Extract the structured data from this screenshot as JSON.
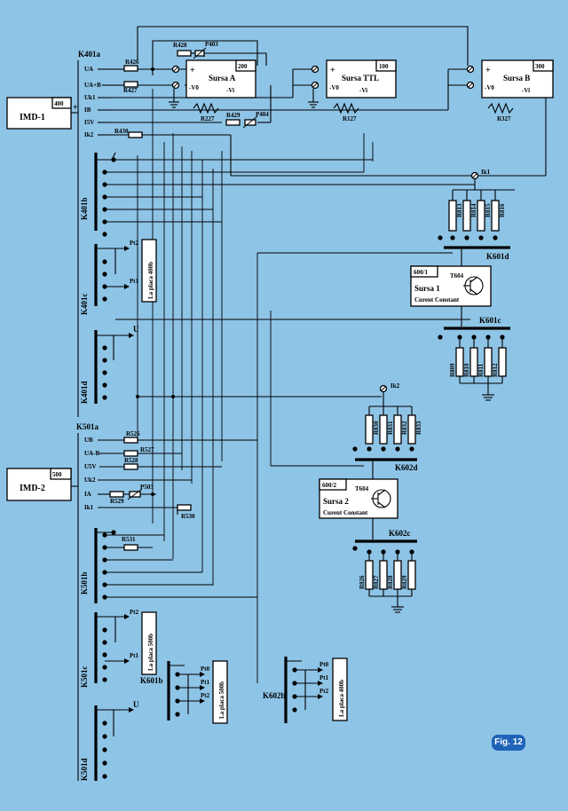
{
  "title_text": "",
  "modules": {
    "imd1": "IMD-1",
    "imd1_num": "400",
    "imd2": "IMD-2",
    "imd2_num": "500",
    "sursa_a": "Sursa A",
    "sursa_a_num": "200",
    "sursa_ttl": "Sursa TTL",
    "sursa_ttl_num": "100",
    "sursa_b": "Sursa B",
    "sursa_b_num": "300",
    "sursa1_num": "600/1",
    "sursa1": "Sursa 1",
    "sursa1_sub": "Curent Constant",
    "t604a": "T604",
    "sursa2_num": "600/2",
    "sursa2": "Sursa 2",
    "sursa2_sub": "Curent Constant",
    "t604b": "T604"
  },
  "pins": {
    "plus": "+",
    "vo": "-V0",
    "vi": "-Vi"
  },
  "imd1_pins": [
    "UA",
    "UA+B",
    "Uk1",
    "IB",
    "I5V",
    "Ik2"
  ],
  "imd2_pins": [
    "UB",
    "UA-B",
    "U5V",
    "Uk2",
    "IA",
    "Ik1"
  ],
  "resistors": {
    "r426": "R426",
    "r427": "R427",
    "r428": "R428",
    "p403": "P403",
    "r430": "R430",
    "r429": "R429",
    "p404": "P404",
    "r227": "R227",
    "r127": "R127",
    "r327": "R327",
    "r526": "R526",
    "r527": "R527",
    "r528": "R528",
    "r529": "R529",
    "p503": "P503",
    "r530": "R530",
    "r531": "R531",
    "rk1": [
      "R813",
      "R814",
      "R815",
      "R816"
    ],
    "rc1": [
      "R809",
      "R810",
      "R811",
      "R812"
    ],
    "rk2": [
      "R830",
      "R831",
      "R832",
      "R833"
    ],
    "rc2": [
      "R826",
      "R827",
      "R828",
      "R829"
    ]
  },
  "switches": {
    "k401a": "K401a",
    "k401b": "K401b",
    "k401c": "K401c",
    "k401d": "K401d",
    "k501a": "K501a",
    "k501b": "K501b",
    "k501c": "K501c",
    "k501d": "K501d",
    "k601b": "K601b",
    "k601c": "K601c",
    "k601d": "K601d",
    "k602b": "K602b",
    "k602c": "K602c",
    "k602d": "K602d"
  },
  "terms": {
    "ik1": "Ik1",
    "ik2": "Ik2",
    "u": "U",
    "pt1": "Pt1",
    "pt2": "Pt2",
    "pt0": "Pt0"
  },
  "placa": {
    "p400b_a": "La placa 400b",
    "p500b_a": "La placa 500b",
    "p500b_b": "La placa 500b",
    "p400b_b": "La placa 400b"
  },
  "figure_label": "Fig. 12"
}
